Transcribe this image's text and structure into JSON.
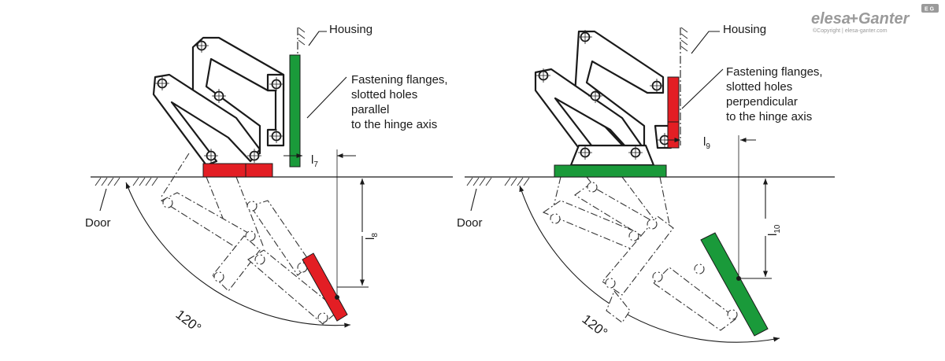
{
  "logo": {
    "brand_left": "elesa",
    "brand_plus": "+",
    "brand_right": "Ganter",
    "badge": "E G",
    "copyright": "©Copyright | elesa-ganter.com"
  },
  "left_diagram": {
    "housing_label": "Housing",
    "flanges_label_lines": [
      "Fastening flanges,",
      "slotted holes",
      "parallel",
      "to the hinge axis"
    ],
    "door_label": "Door",
    "angle_label": "120°",
    "dim_a": {
      "symbol": "l",
      "sub": "7"
    },
    "dim_b": {
      "symbol": "l",
      "sub": "8"
    },
    "flange_color": "#e31e24"
  },
  "right_diagram": {
    "housing_label": "Housing",
    "flanges_label_lines": [
      "Fastening flanges,",
      "slotted holes",
      "perpendicular",
      "to the hinge axis"
    ],
    "door_label": "Door",
    "angle_label": "120°",
    "dim_a": {
      "symbol": "l",
      "sub": "9"
    },
    "dim_b": {
      "symbol": "l",
      "sub": "10"
    },
    "flange_color": "#1a9a3a"
  },
  "colors": {
    "red": "#e31e24",
    "green": "#1a9a3a"
  }
}
